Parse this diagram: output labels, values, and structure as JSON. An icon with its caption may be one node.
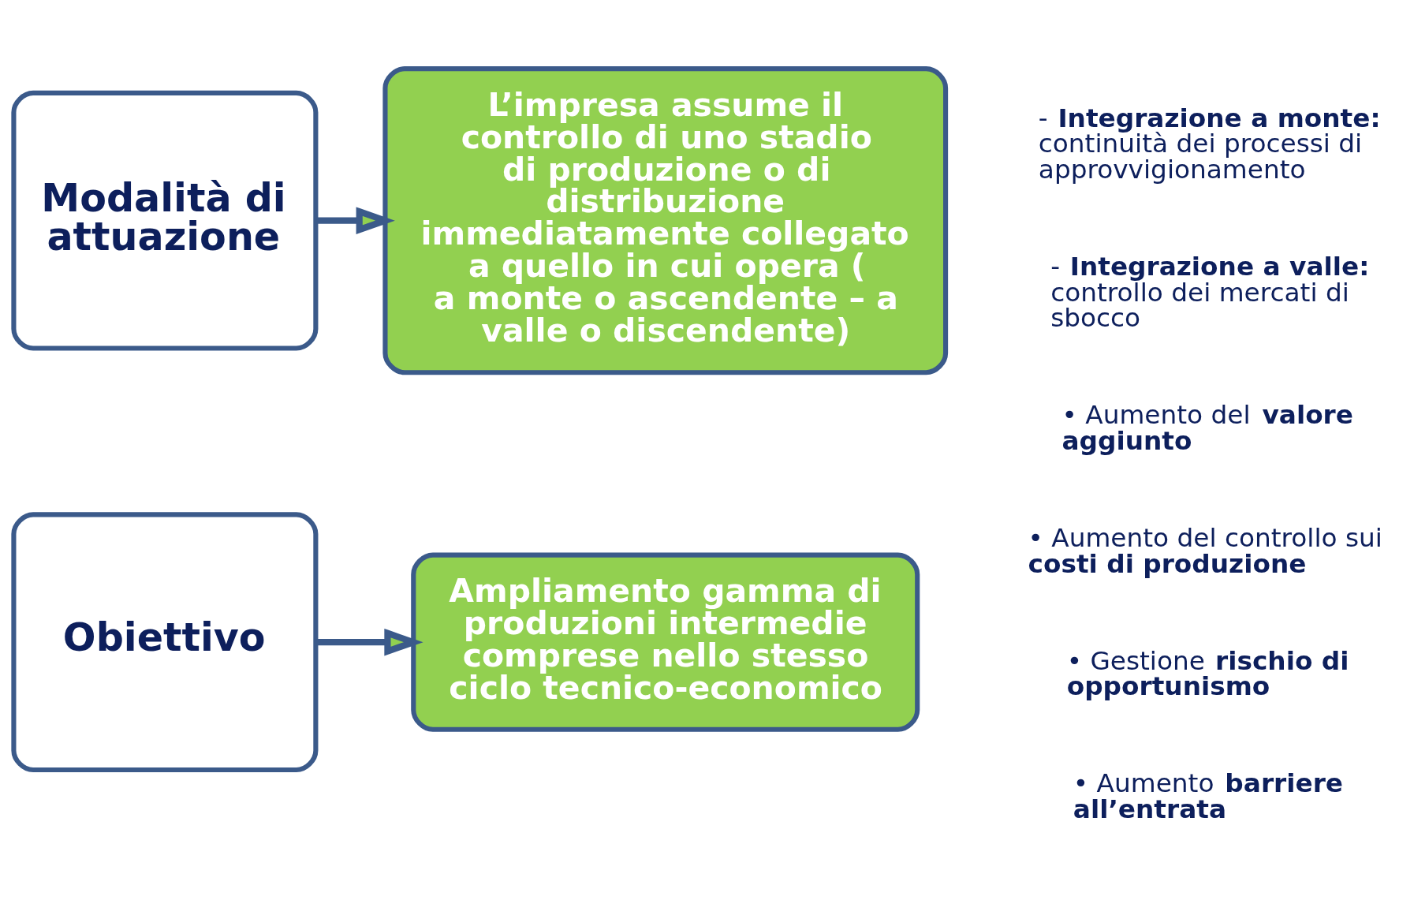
{
  "diagram": {
    "nodes": [
      {
        "text": [
          "Obiettivo"
        ]
      },
      {
        "text": [
          "Ampliamento gamma di produzioni intermedie comprese nello stesso ciclo tecnico-economico"
        ]
      },
      {
        "text": [
          "Modalità di attuazione"
        ]
      },
      {
        "text": [
          "L’impresa assume il controllo di uno stadio di produzione o di distribuzione immediatamente collegato a quello in cui opera ( a monte o ascendente – a valle o discendente)"
        ]
      }
    ],
    "edges": [
      {
        "from": 0,
        "to": 1,
        "arrow": "to"
      },
      {
        "from": 2,
        "to": 3,
        "arrow": "to"
      }
    ],
    "labels": [
      "• Aumento del **valore aggiunto**",
      "• Aumento del controllo sui **costi di produzione**",
      "• Gestione **rischio di opportunismo**",
      "• Aumento **barriere all’entrata**",
      "- **Integrazione a monte:** continuità dei processi di approvvigionamento",
      "- **Integrazione a valle:** controllo dei mercati di sbocco"
    ]
  }
}
